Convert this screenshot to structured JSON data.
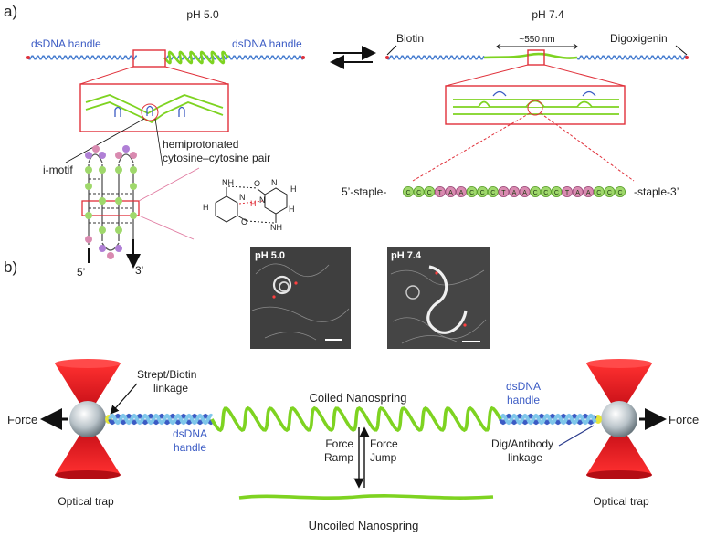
{
  "panel_a": {
    "label": "a)",
    "ph_left": "pH 5.0",
    "ph_right": "pH 7.4",
    "dsdna_left": "dsDNA handle",
    "dsdna_mid": "dsDNA handle",
    "biotin": "Biotin",
    "length": "~550 nm",
    "digoxigenin": "Digoxigenin",
    "imotif": "i-motif",
    "hemi_line1": "hemiprotonated",
    "hemi_line2": "cytosine–cytosine pair",
    "end3": "3’",
    "end5": "5’",
    "staple_start": "5’-staple-",
    "staple_end": "-staple-3’",
    "staple_sequence": [
      "C",
      "C",
      "C",
      "T",
      "A",
      "A",
      "C",
      "C",
      "C",
      "T",
      "A",
      "A",
      "C",
      "C",
      "C",
      "T",
      "A",
      "A",
      "C",
      "C",
      "C"
    ]
  },
  "panel_b": {
    "label": "b)",
    "afm_ph_left": "pH 5.0",
    "afm_ph_right": "pH 7.4",
    "strept_line1": "Strept/Biotin",
    "strept_line2": "linkage",
    "coiled": "Coiled Nanospring",
    "dsdna_right_line1": "dsDNA",
    "dsdna_right_line2": "handle",
    "force_left": "Force",
    "force_right": "Force",
    "dsdna_left_line1": "dsDNA",
    "dsdna_left_line2": "handle",
    "ramp_line1": "Force",
    "ramp_line2": "Ramp",
    "jump_line1": "Force",
    "jump_line2": "Jump",
    "dig_line1": "Dig/Antibody",
    "dig_line2": "linkage",
    "trap_left": "Optical trap",
    "trap_right": "Optical trap",
    "uncoiled": "Uncoiled Nanospring"
  },
  "colors": {
    "green": "#7ed321",
    "blue": "#3b5bc4",
    "lightblue": "#63b7e6",
    "red": "#e0303a",
    "pink": "#d98ab0",
    "trap": "#e8242b"
  }
}
